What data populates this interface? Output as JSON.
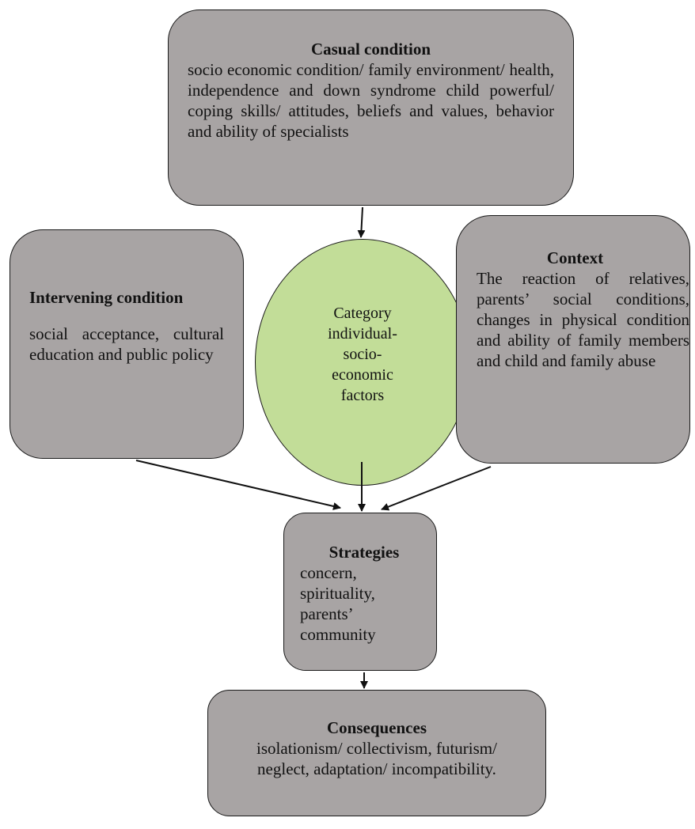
{
  "casual": {
    "title": "Casual condition",
    "body": "socio economic condition/ family environment/ health, independence and down syndrome child powerful/ coping skills/ attitudes, beliefs and values, behavior and ability of specialists"
  },
  "intervening": {
    "title": "Intervening condition",
    "body": "social acceptance, cultural education and public policy"
  },
  "category": {
    "lines": [
      "Category",
      "individual-",
      "socio-",
      "economic",
      "factors"
    ]
  },
  "context": {
    "title": "Context",
    "body": "The reaction of relatives, parents’ social conditions, changes in physical condition and ability of family members and child and family abuse"
  },
  "strategies": {
    "title": "Strategies",
    "lines": [
      "concern,",
      "spirituality,",
      "parents’",
      "community"
    ]
  },
  "consequences": {
    "title": "Consequences",
    "lines": [
      "isolationism/ collectivism, futurism/",
      "neglect, adaptation/ incompatibility."
    ]
  }
}
